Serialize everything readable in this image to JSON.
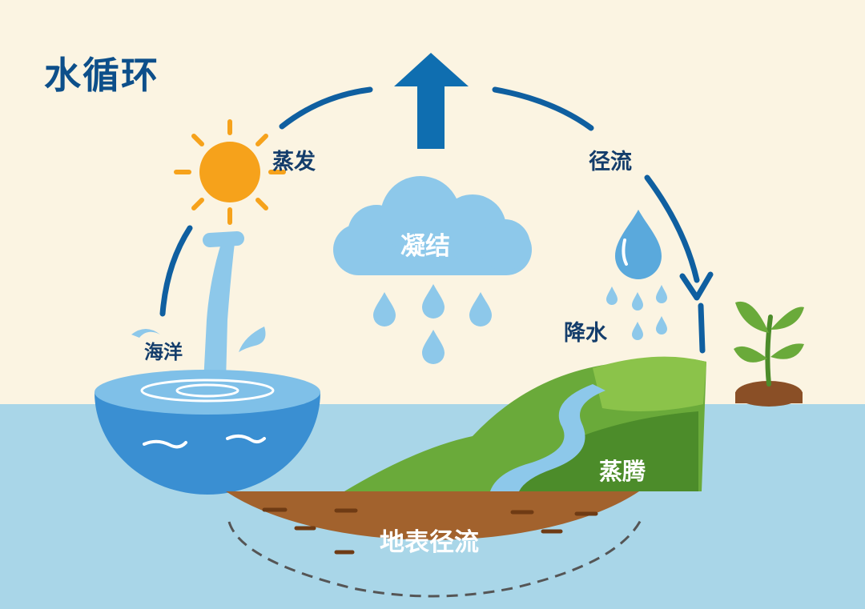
{
  "title": "水循环",
  "labels": {
    "evaporation": "蒸发",
    "runoff": "径流",
    "condensation": "凝结",
    "ocean": "海洋",
    "precipitation": "降水",
    "transpiration": "蒸腾",
    "surface_runoff": "地表径流"
  },
  "colors": {
    "background": "#fbf4e2",
    "water": "#a9d6e8",
    "ocean_bowl": "#3a8fd2",
    "arrow": "#0f5fa0",
    "cloud": "#8dc8ea",
    "sun": "#f6a21b",
    "hill": "#6aaa3a",
    "soil": "#a2622d"
  },
  "icons": [
    "sun-icon",
    "cloud-icon",
    "raindrop-icon",
    "plant-icon",
    "up-arrow-icon"
  ]
}
